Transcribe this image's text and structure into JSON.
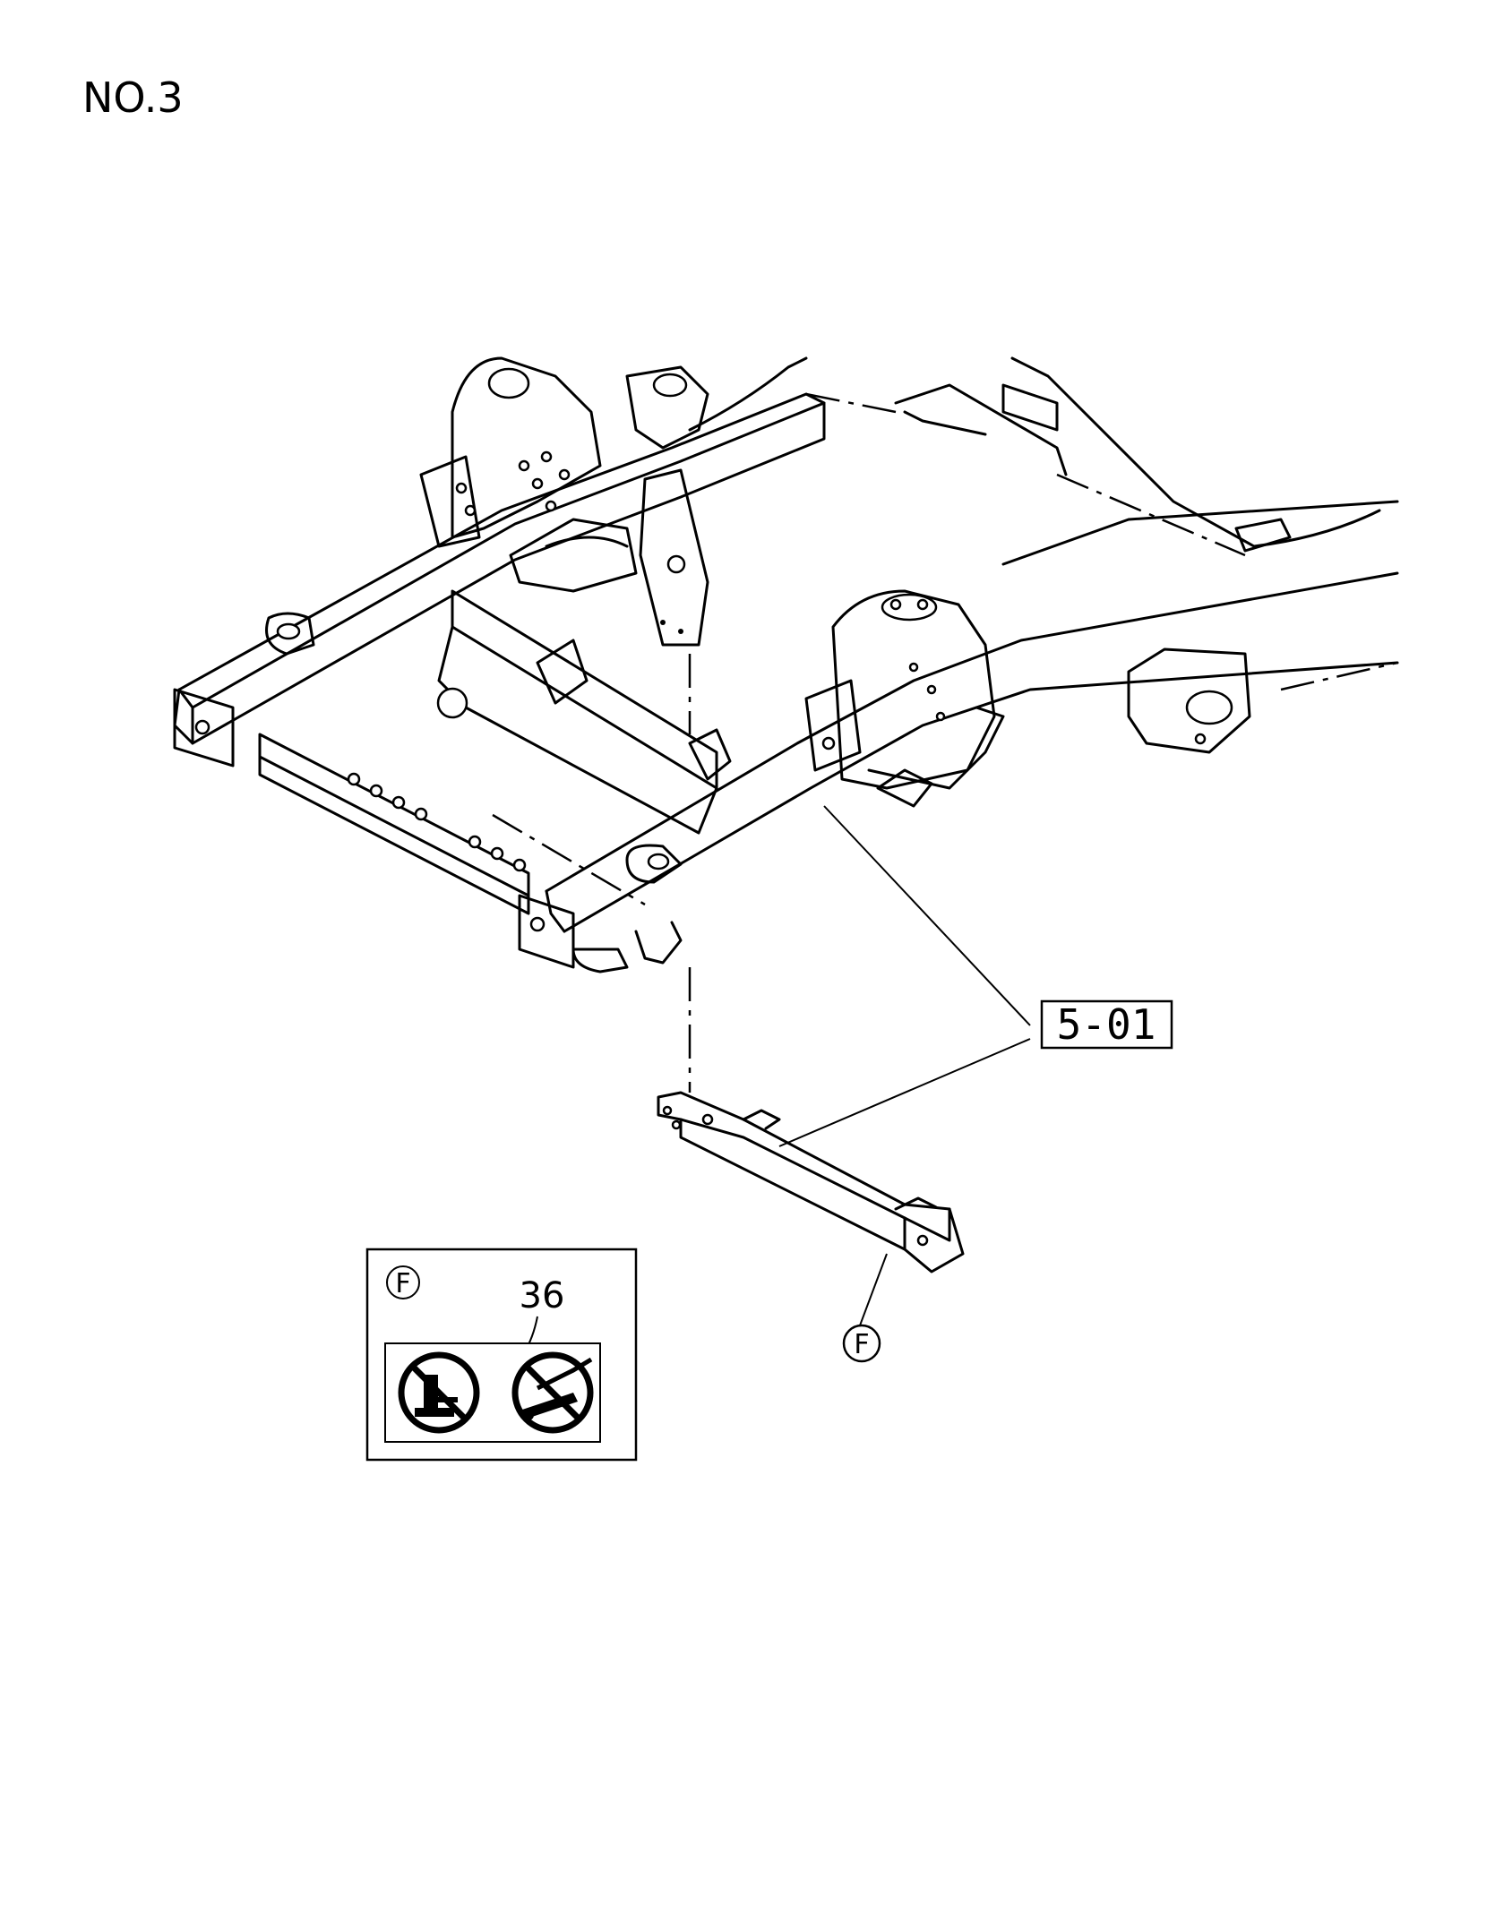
{
  "page": {
    "title": "NO.3"
  },
  "callouts": {
    "part_ref": "5-01",
    "detail_marker": "F",
    "detail_marker_bottom": "F"
  },
  "detail_box": {
    "marker": "F",
    "part_number": "36",
    "label_icons": [
      "no-jack-icon",
      "no-lift-icon"
    ]
  }
}
